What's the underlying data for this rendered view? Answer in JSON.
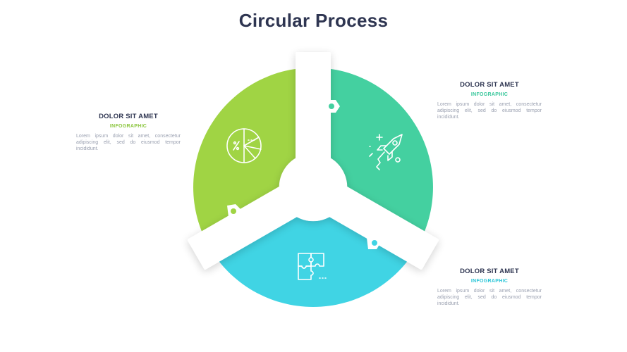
{
  "title": "Circular Process",
  "segments": [
    {
      "color": "#a0d444",
      "icon": "pie-chart-icon"
    },
    {
      "color": "#44d0a0",
      "icon": "rocket-icon"
    },
    {
      "color": "#40d4e4",
      "icon": "puzzle-icon"
    }
  ],
  "blocks": {
    "left": {
      "heading": "DOLOR SIT AMET",
      "subheading": "INFOGRAPHIC",
      "color": "#8cc63f",
      "text": "Lorem ipsum dolor sit amet, consectetur adipiscing elit, sed do eiusmod tempor incididunt."
    },
    "top_right": {
      "heading": "DOLOR SIT AMET",
      "subheading": "INFOGRAPHIC",
      "color": "#36c69a",
      "text": "Lorem ipsum dolor sit amet, consectetur adipiscing elit, sed do eiusmod tempor incididunt."
    },
    "bottom_right": {
      "heading": "DOLOR SIT AMET",
      "subheading": "INFOGRAPHIC",
      "color": "#2cc6d8",
      "text": "Lorem ipsum dolor sit amet, consectetur adipiscing elit, sed do eiusmod tempor incididunt."
    }
  }
}
